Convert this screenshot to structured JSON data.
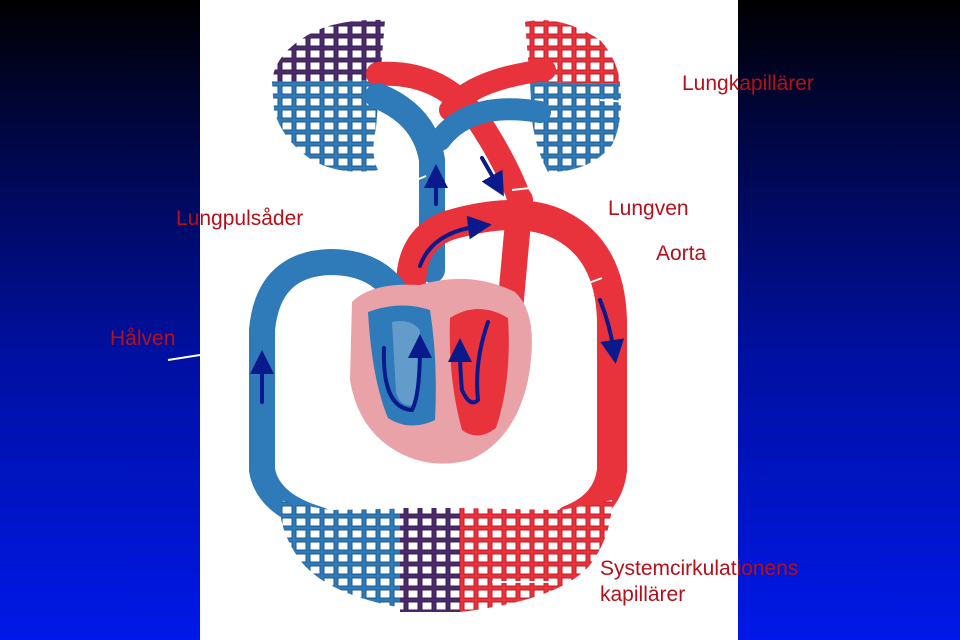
{
  "labels": {
    "lungkapillarer": "Lungkapillärer",
    "lungpulsader": "Lungpulsåder",
    "lungven": "Lungven",
    "aorta": "Aorta",
    "halven": "Hålven",
    "system_line1": "Systemcirkulationens",
    "system_line2": "kapillärer"
  },
  "colors": {
    "background_top": "#000000",
    "background_bottom": "#0018e8",
    "panel": "#ffffff",
    "artery_red": "#e8323c",
    "vein_blue": "#2f7ab8",
    "heart_pink": "#e8a2a8",
    "arrow": "#0a1a8c",
    "label_text": "#b4101a",
    "leader_line": "#ffffff"
  },
  "icons": [
    "flow-arrow-icon"
  ]
}
